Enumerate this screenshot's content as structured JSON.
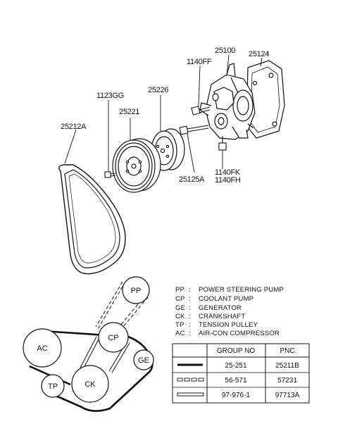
{
  "parts": [
    {
      "id": "p25100",
      "label": "25100"
    },
    {
      "id": "p25124",
      "label": "25124"
    },
    {
      "id": "p1140FF",
      "label": "1140FF"
    },
    {
      "id": "p25226",
      "label": "25226"
    },
    {
      "id": "p1123GG",
      "label": "1123GG"
    },
    {
      "id": "p25221",
      "label": "25221"
    },
    {
      "id": "p25212A",
      "label": "25212A"
    },
    {
      "id": "p25125A",
      "label": "25125A"
    },
    {
      "id": "p1140FK",
      "label": "1140FK"
    },
    {
      "id": "p1140FH",
      "label": "1140FH"
    }
  ],
  "pulleys": [
    {
      "id": "PP",
      "label": "PP"
    },
    {
      "id": "CP",
      "label": "CP"
    },
    {
      "id": "GE",
      "label": "GE"
    },
    {
      "id": "AC",
      "label": "AC"
    },
    {
      "id": "CK",
      "label": "CK"
    },
    {
      "id": "TP",
      "label": "TP"
    }
  ],
  "legend": [
    {
      "abbr": "PP",
      "text": "POWER STEERING PUMP"
    },
    {
      "abbr": "CP",
      "text": "COOLANT PUMP"
    },
    {
      "abbr": "GE",
      "text": "GENERATOR"
    },
    {
      "abbr": "CK",
      "text": "CRANKSHAFT"
    },
    {
      "abbr": "TP",
      "text": "TENSION PULLEY"
    },
    {
      "abbr": "AC",
      "text": "AIR-CON COMPRESSOR"
    }
  ],
  "table": {
    "headers": [
      "",
      "GROUP NO",
      "PNC"
    ],
    "rows": [
      {
        "line_style": "solid-thick",
        "group_no": "25-251",
        "pnc": "25211B"
      },
      {
        "line_style": "dashed-double",
        "group_no": "56-571",
        "pnc": "57231"
      },
      {
        "line_style": "double",
        "group_no": "97-976-1",
        "pnc": "97713A"
      }
    ]
  },
  "colors": {
    "ink": "#111111",
    "background": "#ffffff"
  }
}
